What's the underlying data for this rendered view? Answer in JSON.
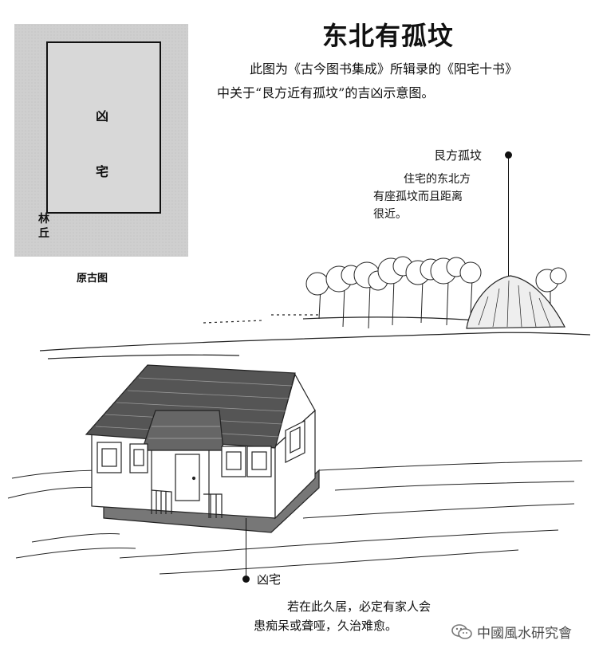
{
  "header": {
    "title": "东北有孤坟",
    "intro_line1": "此图为《古今图书集成》所辑录的《阳宅十书》",
    "intro_line2": "中关于“艮方近有孤坟”的吉凶示意图。"
  },
  "original_figure": {
    "box_char1": "凶",
    "box_char2": "宅",
    "corner_char1": "林",
    "corner_char2": "丘",
    "caption": "原古图"
  },
  "grave_callout": {
    "label": "艮方孤坟",
    "desc_line1": "住宅的东北方",
    "desc_line2": "有座孤坟而且距离",
    "desc_line3": "很近。"
  },
  "house_callout": {
    "label": "凶宅",
    "desc_line1": "若在此久居，必定有家人会",
    "desc_line2": "患痴呆或聋哑，久治难愈。"
  },
  "watermark": {
    "text": "中國風水研究會",
    "icon": "wechat-icon"
  }
}
